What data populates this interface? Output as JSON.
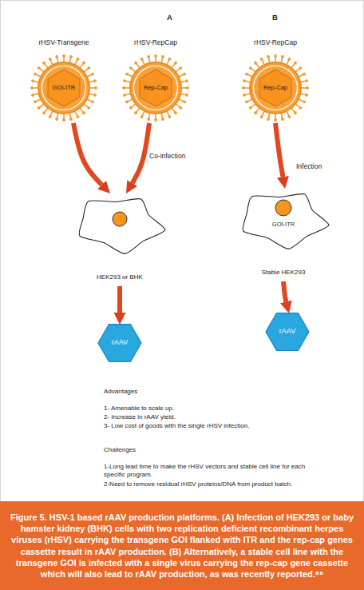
{
  "diagram": {
    "caption": "Figure 5. HSV-1 based rAAV production platforms. (A) Infection of HEK293 or baby hamster kidney (BHK) cells with two replication deficient recombinant herpes viruses (rHSV) carrying the transgene GOI flanked with ITR and the rep-cap genes cassette result in rAAV production. (B) Alternatively, a stable cell line with the transgene GOI is infected with a single virus carrying the rep-cap gene cassette which will also lead to rAAV production, as was recently reported.⁸⁸",
    "nodes": [
      {
        "text": [
          "rHSV-Transgene",
          "GOI-ITR"
        ]
      },
      {
        "text": [
          "rHSV-RepCap",
          "Rep-Cap"
        ]
      },
      {
        "text": [
          "HEK293 or BHK"
        ]
      },
      {
        "text": [
          "rAAV"
        ]
      },
      {
        "text": [
          "rHSV-RepCap",
          "Rep-Cap"
        ]
      },
      {
        "text": [
          "GOI-ITR",
          "Stable HEK293"
        ]
      },
      {
        "text": [
          "rAAV"
        ]
      }
    ],
    "edges": [
      {
        "from": 0,
        "to": 2,
        "arrow": "to"
      },
      {
        "from": 1,
        "to": 2,
        "label": "Co-infection",
        "arrow": "to"
      },
      {
        "from": 2,
        "to": 3,
        "arrow": "to"
      },
      {
        "from": 4,
        "to": 5,
        "label": "Infection",
        "arrow": "to"
      },
      {
        "from": 5,
        "to": 6,
        "arrow": "to"
      }
    ],
    "labels": [
      "A",
      "B",
      "Advantages",
      "1- Amenable to scale up.",
      "2- Increase in rAAV yield.",
      "3- Low cost of goods with the single rHSV infection.",
      "Challenges",
      "1-Long lead time to make the rHSV vectors and stable cell line for each specific program.",
      "2-Need to remove residual rHSV proteins/DNA from product batch."
    ]
  }
}
